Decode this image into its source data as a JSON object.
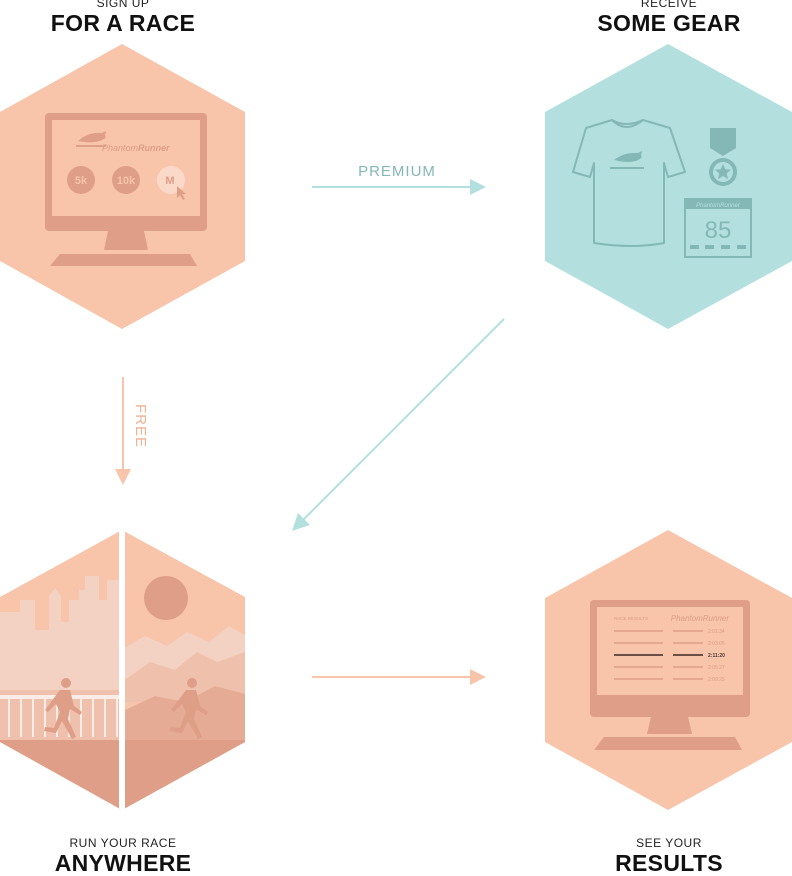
{
  "steps": [
    {
      "small": "SIGN UP",
      "big": "FOR A RACE"
    },
    {
      "small": "RECEIVE",
      "big": "SOME GEAR"
    },
    {
      "small": "RUN YOUR RACE",
      "big": "ANYWHERE"
    },
    {
      "small": "SEE YOUR",
      "big": "RESULTS"
    }
  ],
  "arrows": {
    "premium": "PREMIUM",
    "free": "FREE"
  },
  "signup_screen": {
    "brand_a": "Phantom",
    "brand_b": "Runner",
    "options": [
      "5k",
      "10k",
      "M"
    ]
  },
  "gear": {
    "bib_number": "85",
    "bib_brand": "PhantomRunner"
  },
  "results_screen": {
    "title": "RACE RESULTS",
    "brand": "PhantomRunner",
    "times": [
      "2:01:34",
      "2:03:05",
      "2:11:20",
      "2:05:27",
      "2:09:25"
    ]
  },
  "colors": {
    "peach": "#f8c4aa",
    "peach_dark": "#de9e87",
    "teal": "#b3e0df",
    "teal_dark": "#83b8b6"
  }
}
